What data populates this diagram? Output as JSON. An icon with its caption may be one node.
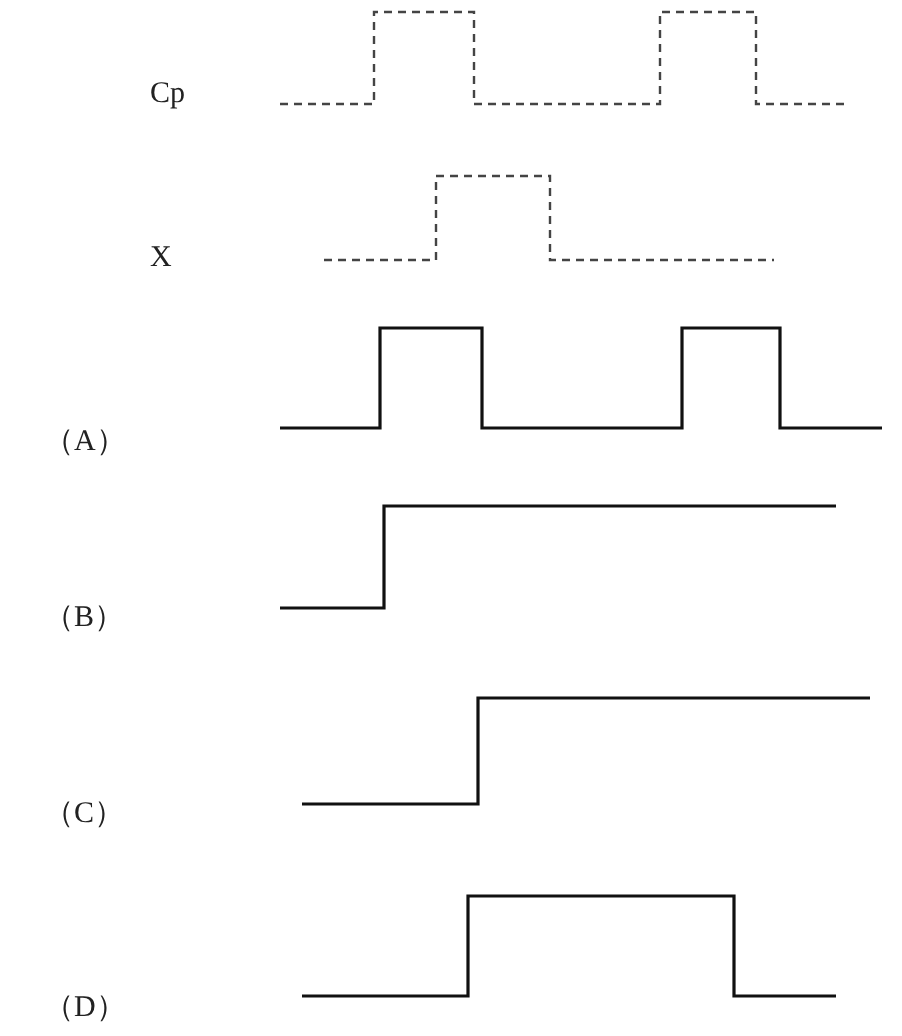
{
  "diagram": {
    "labels": [
      "Cp",
      "X",
      "（A）",
      "（B）",
      "（C）",
      "（D）"
    ]
  }
}
